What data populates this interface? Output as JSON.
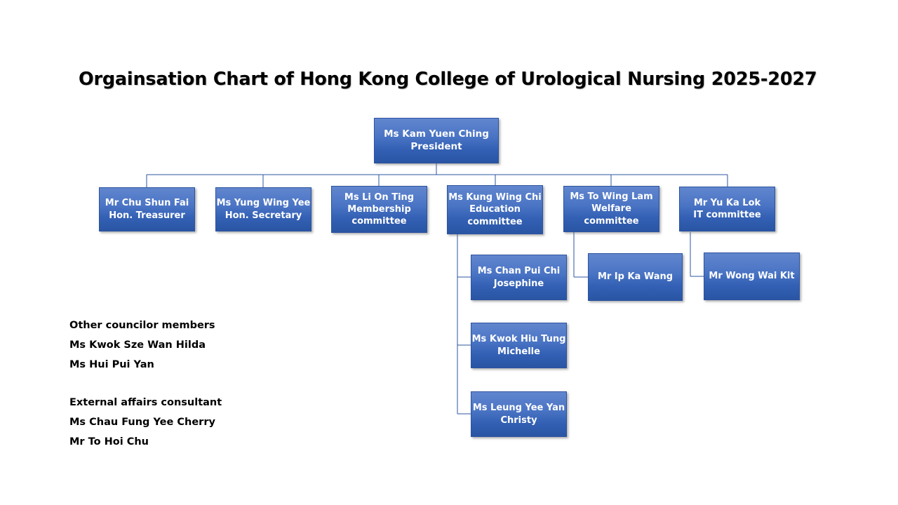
{
  "title": "Orgainsation Chart of Hong Kong College of Urological Nursing 2025-2027",
  "colors": {
    "box_top": "#6186ce",
    "box_bottom": "#2a55a4",
    "box_border": "#2c54a0",
    "connector": "#2c54a0",
    "text": "#ffffff",
    "title_text": "#000000",
    "background": "#ffffff"
  },
  "nodes": {
    "president": {
      "name": "Ms Kam Yuen Ching",
      "role": "President"
    },
    "level2": [
      {
        "name": "Mr Chu Shun Fai",
        "role": "Hon. Treasurer",
        "role2": ""
      },
      {
        "name": "Ms Yung Wing Yee",
        "role": "Hon. Secretary",
        "role2": ""
      },
      {
        "name": "Ms Li On Ting",
        "role": "Membership",
        "role2": "committee"
      },
      {
        "name": "Ms Kung Wing Chi",
        "role": "Education",
        "role2": "committee"
      },
      {
        "name": "Ms To Wing Lam",
        "role": "Welfare",
        "role2": "committee"
      },
      {
        "name": "Mr Yu Ka Lok",
        "role": "IT committee",
        "role2": ""
      }
    ],
    "education_members": [
      {
        "name": "Ms Chan Pui Chi",
        "name2": "Josephine"
      },
      {
        "name": "Ms Kwok Hiu Tung",
        "name2": "Michelle"
      },
      {
        "name": "Ms Leung Yee Yan",
        "name2": "Christy"
      }
    ],
    "welfare_members": [
      {
        "name": "Mr Ip Ka Wang",
        "name2": ""
      }
    ],
    "it_members": [
      {
        "name": "Mr Wong Wai Kit",
        "name2": ""
      }
    ]
  },
  "notes": {
    "councilor_heading": "Other councilor  members",
    "councilor_members": [
      "Ms Kwok Sze Wan Hilda",
      "Ms Hui Pui Yan"
    ],
    "consultant_heading": "External affairs  consultant",
    "consultants": [
      "Ms Chau Fung Yee Cherry",
      "Mr To Hoi Chu"
    ]
  }
}
